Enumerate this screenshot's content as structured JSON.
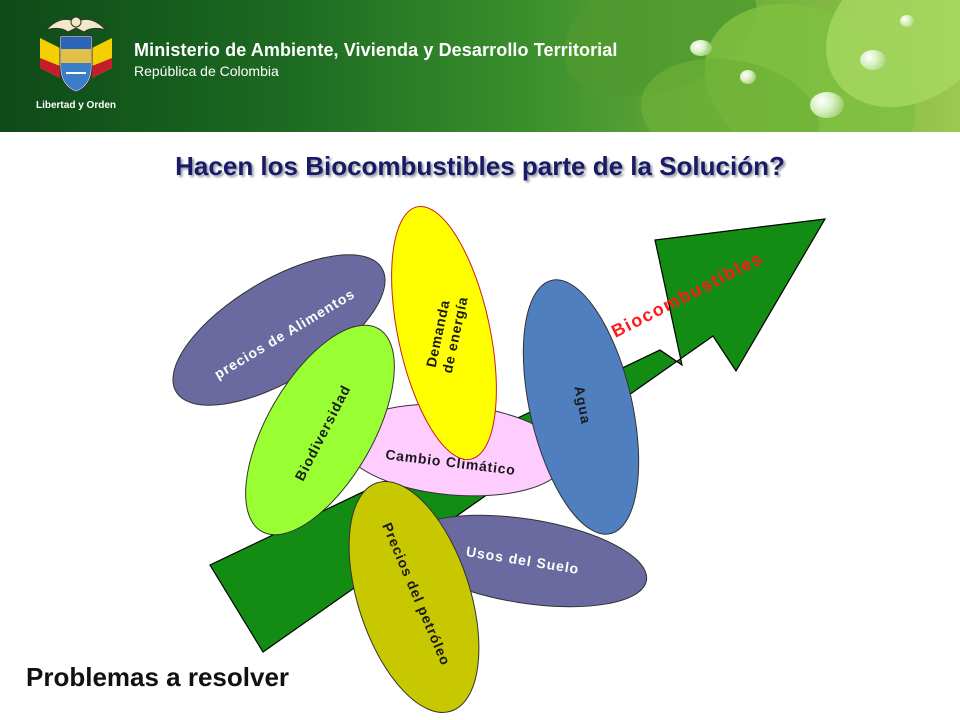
{
  "header": {
    "title": "Ministerio de Ambiente, Vivienda y Desarrollo Territorial",
    "subtitle": "República de Colombia",
    "motto": "Libertad y Orden",
    "crest_icon": "colombia-coat-of-arms-icon"
  },
  "page_title": "Hacen los Biocombustibles parte de la Solución?",
  "diagram": {
    "arrow_label": "Biocombustibles",
    "arrow_color": "#128c12",
    "arrow_label_color": "#ff1a1a",
    "ellipses": [
      {
        "id": "precios-alimentos",
        "label": "precios de Alimentos",
        "color": "#6a6aa0"
      },
      {
        "id": "demanda-energia",
        "lines": [
          "Demanda",
          "de energía"
        ],
        "color": "#ffff00"
      },
      {
        "id": "agua",
        "label": "Agua",
        "color": "#4f7fbf"
      },
      {
        "id": "biodiversidad",
        "label": "Biodiversidad",
        "color": "#99ff33"
      },
      {
        "id": "cambio-climatico",
        "label": "Cambio Climático",
        "color": "#ffccff"
      },
      {
        "id": "usos-suelo",
        "label": "Usos del Suelo",
        "color": "#6a6aa0"
      },
      {
        "id": "precios-petroleo",
        "label": "Precios del petróleo",
        "color": "#c8c800"
      }
    ]
  },
  "bottom_label": "Problemas a resolver"
}
